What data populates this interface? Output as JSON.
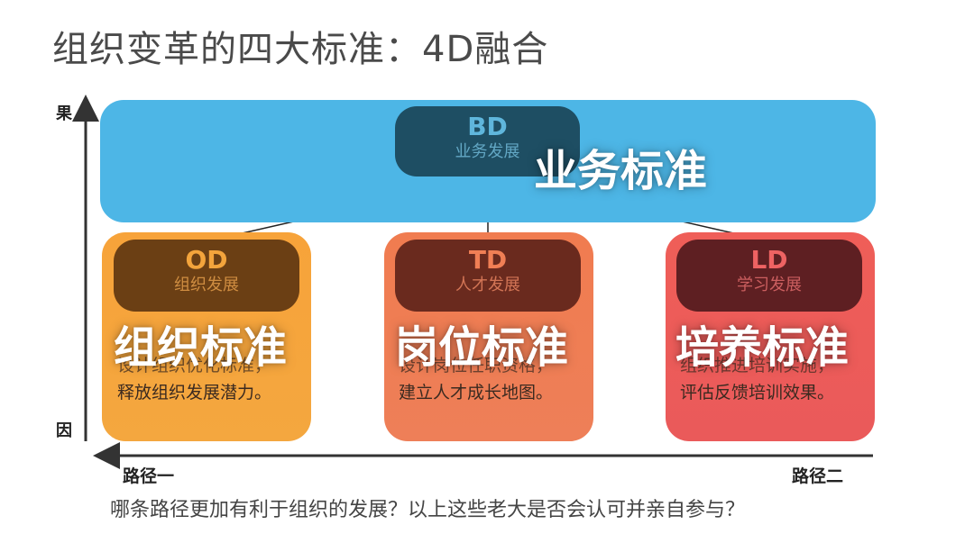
{
  "title": "组织变革的四大标准：4D融合",
  "axis": {
    "top_label": "果",
    "bottom_label": "因",
    "left_label": "路径一",
    "right_label": "路径二"
  },
  "bd": {
    "code": "BD",
    "subtitle": "业务发展",
    "standard": "业务标准",
    "color": "#4db6e6"
  },
  "cards": [
    {
      "code": "OD",
      "subtitle": "组织发展",
      "standard": "组织标准",
      "line1": "设计组织优化标准，",
      "line2": "释放组织发展潜力。",
      "color": "#f7a33a"
    },
    {
      "code": "TD",
      "subtitle": "人才发展",
      "standard": "岗位标准",
      "line1": "设计岗位任职资格，",
      "line2": "建立人才成长地图。",
      "color": "#f07c50"
    },
    {
      "code": "LD",
      "subtitle": "学习发展",
      "standard": "培养标准",
      "line1": "组织推进培训实施，",
      "line2": "评估反馈培训效果。",
      "color": "#ef5e58"
    }
  ],
  "question": "哪条路径更加有利于组织的发展？以上这些老大是否会认可并亲自参与？"
}
